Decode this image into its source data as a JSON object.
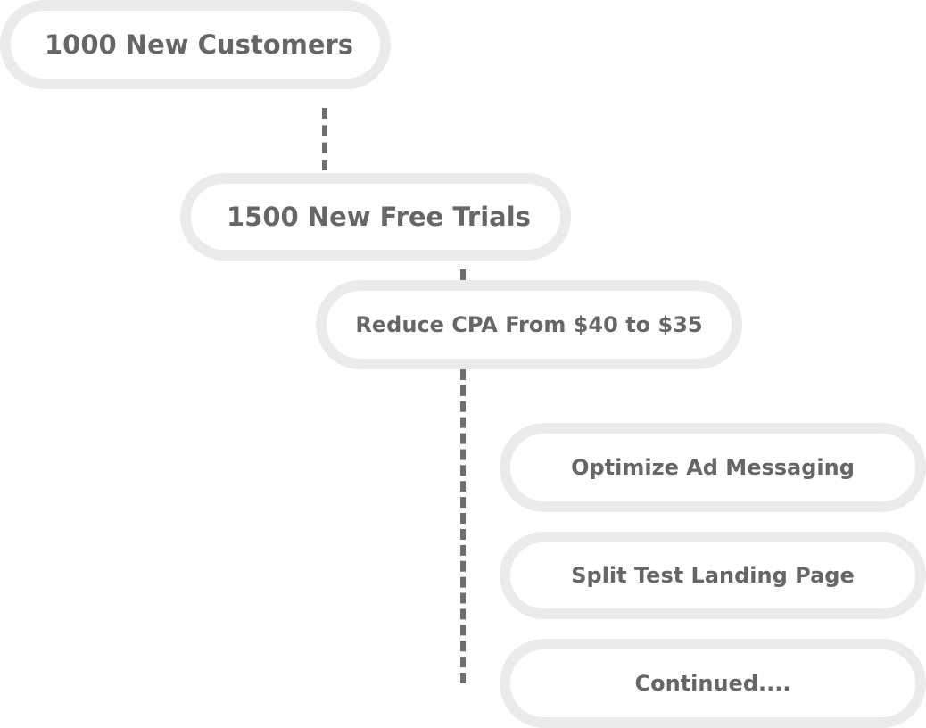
{
  "diagram": {
    "nodes": [
      {
        "label": "1000 New Customers"
      },
      {
        "label": "1500 New Free Trials"
      },
      {
        "label": "Reduce CPA From $40 to $35"
      },
      {
        "label": "Optimize Ad Messaging"
      },
      {
        "label": "Split Test Landing Page"
      },
      {
        "label": "Continued...."
      }
    ]
  }
}
